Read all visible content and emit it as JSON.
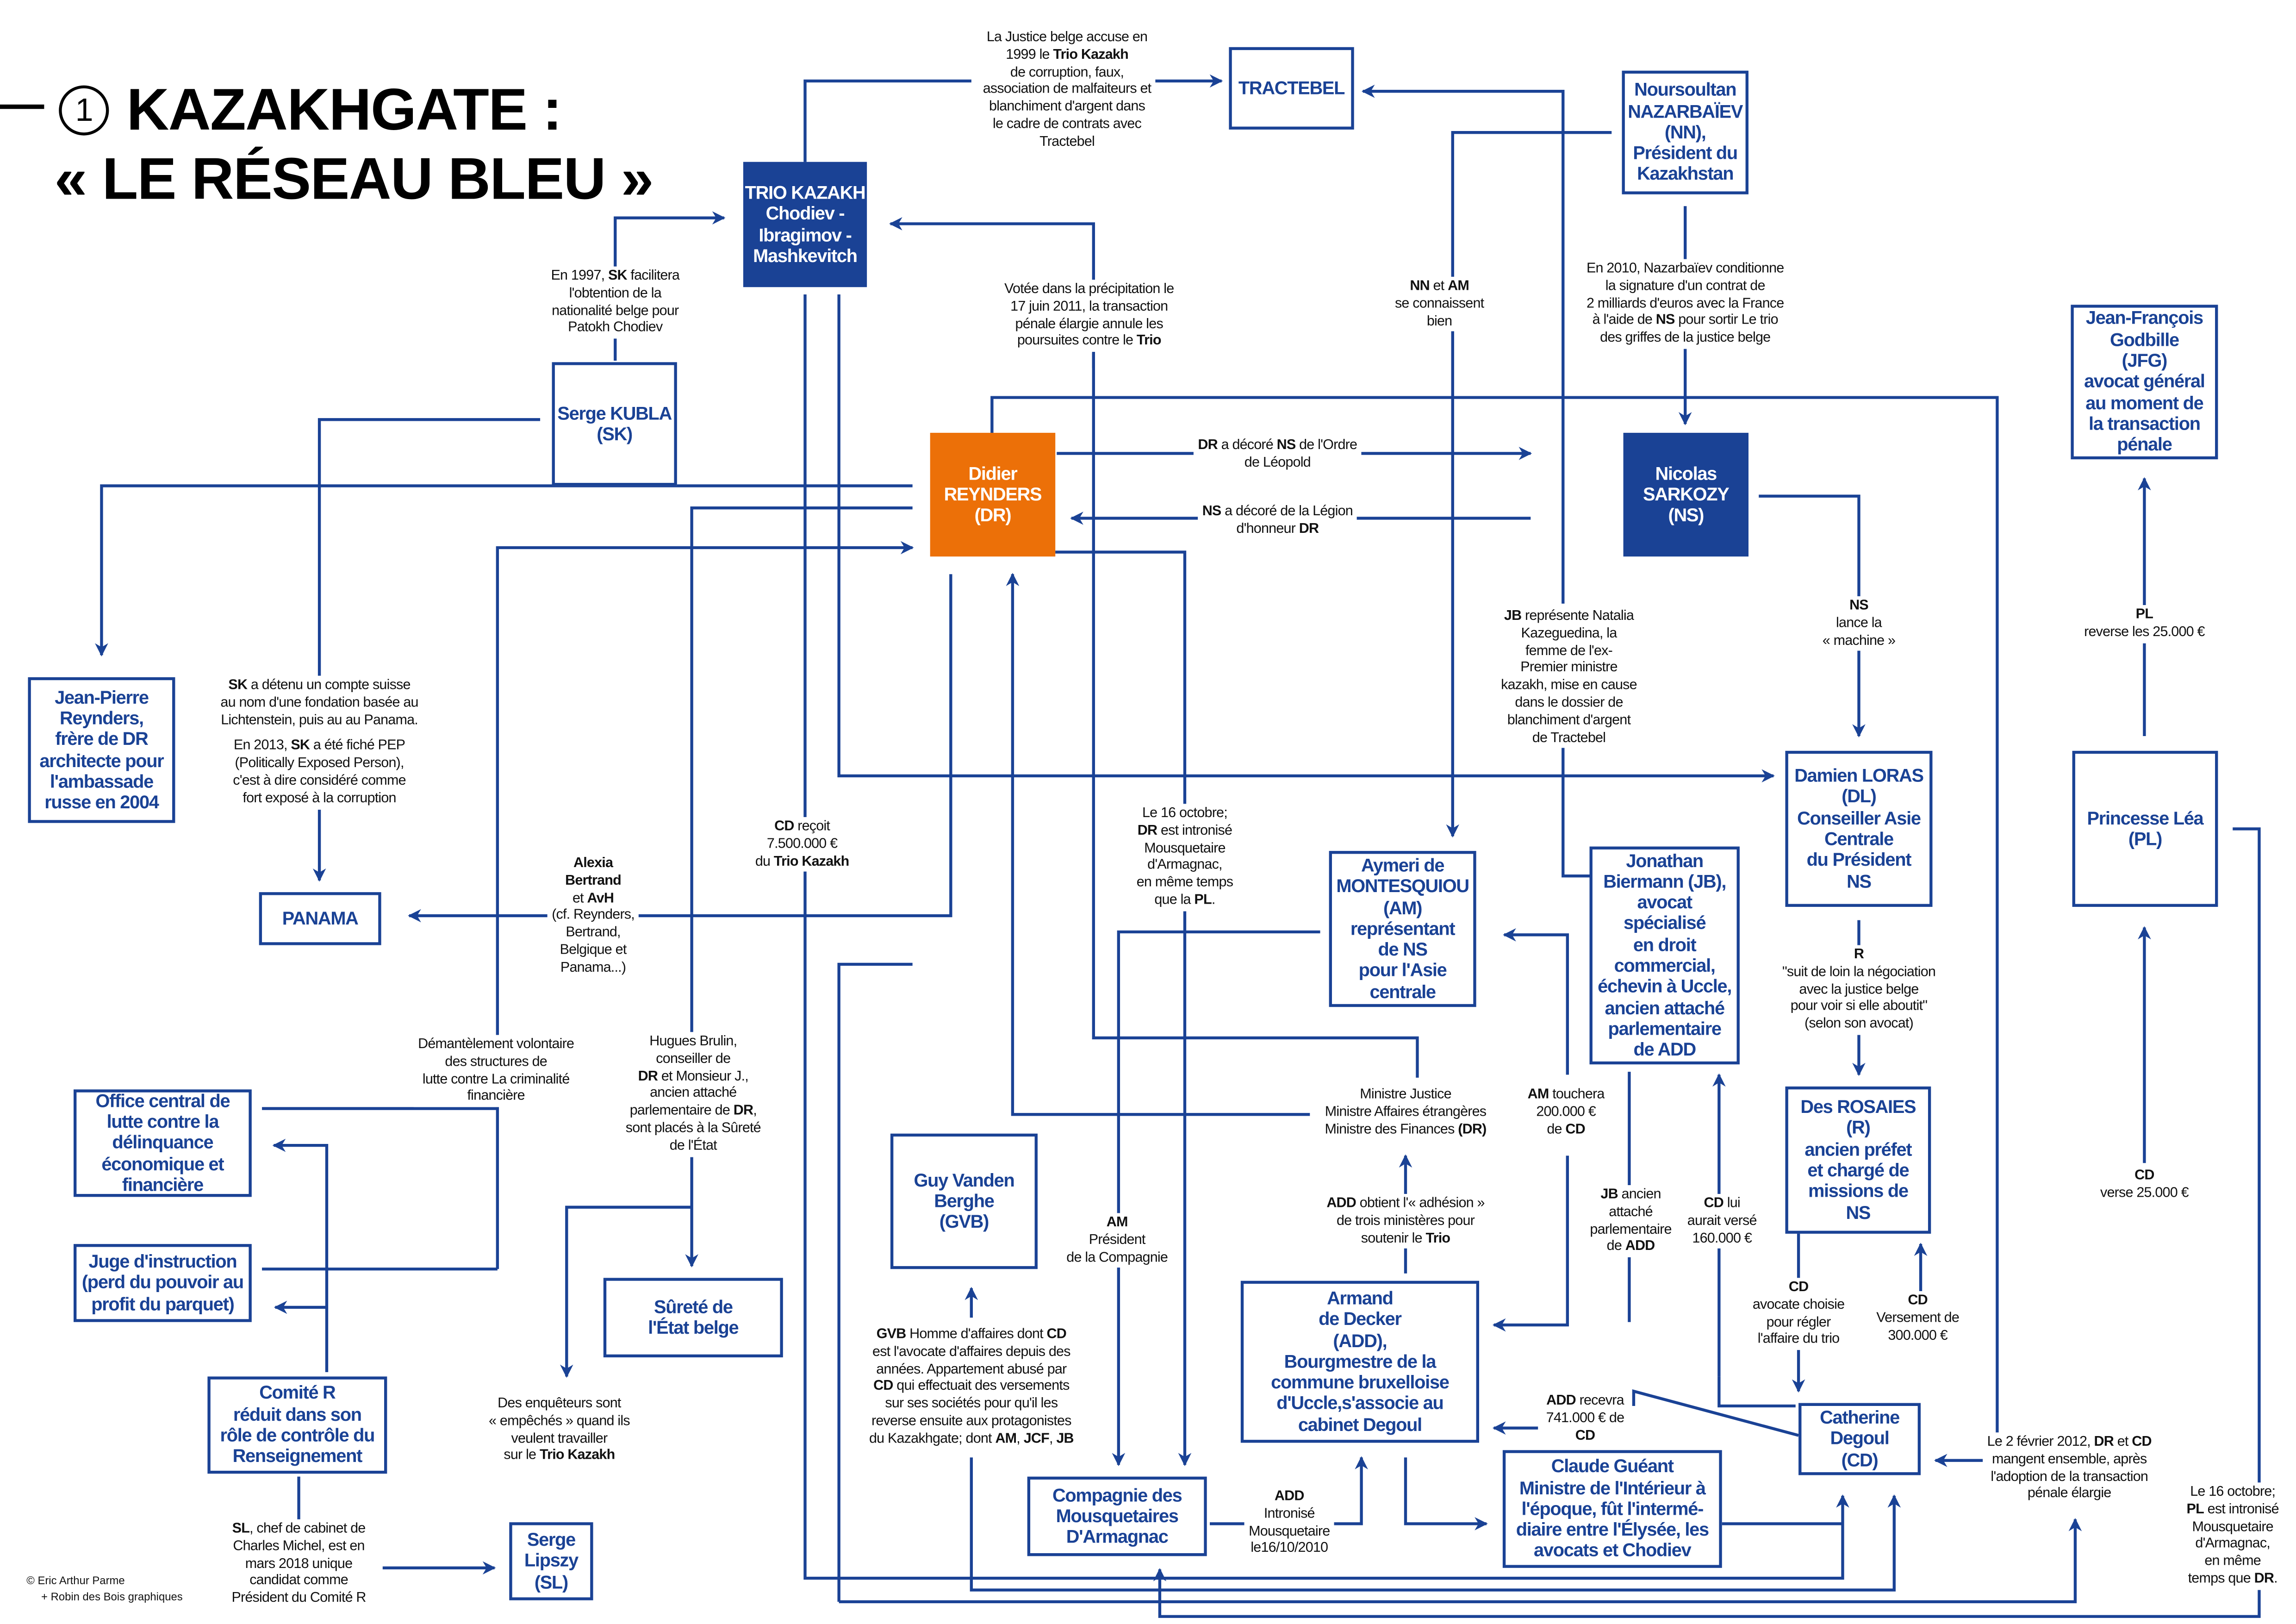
{
  "title": {
    "number": "1",
    "line1": "KAZAKHGATE :",
    "line2": "« LE RÉSEAU BLEU »"
  },
  "colors": {
    "blue": "#1a4295",
    "orange": "#ec7008",
    "text": "#111111"
  },
  "boxes": [
    {
      "id": "trio",
      "style": "filled",
      "lines": [
        "TRIO KAZAKH",
        "Chodiev -",
        "Ibragimov -",
        "Mashkevitch"
      ]
    },
    {
      "id": "tractebel",
      "style": "outline",
      "lines": [
        "TRACTEBEL"
      ]
    },
    {
      "id": "nn",
      "style": "outline",
      "lines": [
        "Noursoultan",
        "NAZARBAÏEV",
        "(NN),",
        "Président du",
        "Kazakhstan"
      ]
    },
    {
      "id": "kubla",
      "style": "outline",
      "lines": [
        "Serge KUBLA",
        "(SK)"
      ]
    },
    {
      "id": "reynders",
      "style": "orange",
      "lines": [
        "Didier",
        "REYNDERS",
        "(DR)"
      ]
    },
    {
      "id": "sarkozy",
      "style": "filled",
      "lines": [
        "Nicolas",
        "SARKOZY",
        "(NS)"
      ]
    },
    {
      "id": "jfg",
      "style": "outline",
      "lines": [
        "Jean-François",
        "Godbille",
        "(JFG)",
        "avocat général",
        "au moment de",
        "la transaction",
        "pénale"
      ]
    },
    {
      "id": "jpr",
      "style": "outline",
      "lines": [
        "Jean-Pierre",
        "Reynders,",
        "frère de DR",
        "architecte pour",
        "l'ambassade",
        "russe en 2004"
      ]
    },
    {
      "id": "panama",
      "style": "outline",
      "lines": [
        "PANAMA"
      ]
    },
    {
      "id": "loras",
      "style": "outline",
      "lines": [
        "Damien LORAS",
        "(DL)",
        "Conseiller Asie",
        "Centrale",
        "du Président",
        "NS"
      ]
    },
    {
      "id": "lea",
      "style": "outline",
      "lines": [
        "Princesse Léa",
        "(PL)"
      ]
    },
    {
      "id": "aymeri",
      "style": "outline",
      "lines": [
        "Aymeri de",
        "MONTESQUIOU",
        "(AM)",
        "représentant",
        "de NS",
        "pour l'Asie",
        "centrale"
      ]
    },
    {
      "id": "biermann",
      "style": "outline",
      "lines": [
        "Jonathan",
        "Biermann (JB),",
        "avocat",
        "spécialisé",
        "en droit",
        "commercial,",
        "échevin à Uccle,",
        "ancien attaché",
        "parlementaire",
        "de ADD"
      ]
    },
    {
      "id": "office",
      "style": "outline",
      "lines": [
        "Office central de",
        "lutte contre la",
        "délinquance",
        "économique et",
        "financière"
      ]
    },
    {
      "id": "rosaies",
      "style": "outline",
      "lines": [
        "Des ROSAIES",
        "(R)",
        "ancien préfet",
        "et chargé de",
        "missions de",
        "NS"
      ]
    },
    {
      "id": "gvb",
      "style": "outline",
      "lines": [
        "Guy Vanden",
        "Berghe",
        "(GVB)"
      ]
    },
    {
      "id": "juge",
      "style": "outline",
      "lines": [
        "Juge d'instruction",
        "(perd du pouvoir au",
        "profit du parquet)"
      ]
    },
    {
      "id": "surete",
      "style": "outline",
      "lines": [
        "Sûreté de",
        "l'État belge"
      ]
    },
    {
      "id": "armand",
      "style": "outline",
      "lines": [
        "Armand",
        "de Decker",
        "(ADD),",
        "Bourgmestre de la",
        "commune bruxelloise",
        "d'Uccle,s'associe au",
        "cabinet Degoul"
      ]
    },
    {
      "id": "comite",
      "style": "outline",
      "lines": [
        "Comité R",
        "réduit dans son",
        "rôle de contrôle du",
        "Renseignement"
      ]
    },
    {
      "id": "catherine",
      "style": "outline",
      "lines": [
        "Catherine",
        "Degoul",
        "(CD)"
      ]
    },
    {
      "id": "gueant",
      "style": "outline",
      "lines": [
        "Claude Guéant",
        "Ministre de l'Intérieur à",
        "l'époque, fût l'intermé-",
        "diaire entre l'Élysée, les",
        "avocats et Chodiev"
      ]
    },
    {
      "id": "compagnie",
      "style": "outline",
      "lines": [
        "Compagnie des",
        "Mousquetaires",
        "D'Armagnac"
      ]
    },
    {
      "id": "lipszy",
      "style": "outline",
      "lines": [
        "Serge",
        "Lipszy",
        "(SL)"
      ]
    }
  ],
  "notes": [
    {
      "id": "justice",
      "lines": [
        [
          "La Justice belge accuse en"
        ],
        [
          "1999 le ",
          "Trio Kazakh"
        ],
        [
          "de corruption, faux,"
        ],
        [
          "association de malfaiteurs et"
        ],
        [
          "blanchiment d'argent dans"
        ],
        [
          "le cadre de contrats avec"
        ],
        [
          "Tractebel"
        ]
      ]
    },
    {
      "id": "kubla1997",
      "lines": [
        [
          "En 1997, ",
          "SK",
          " facilitera"
        ],
        [
          "l'obtention de la"
        ],
        [
          "nationalité belge pour"
        ],
        [
          "Patokh Chodiev"
        ]
      ]
    },
    {
      "id": "votee",
      "lines": [
        [
          "Votée dans la précipitation le"
        ],
        [
          "17 juin 2011, la transaction"
        ],
        [
          "pénale élargie annule les"
        ],
        [
          "poursuites contre le ",
          "Trio"
        ]
      ]
    },
    {
      "id": "nnam",
      "lines": [
        [
          "",
          "NN",
          " et ",
          "AM"
        ],
        [
          "se connaissent"
        ],
        [
          "bien"
        ]
      ]
    },
    {
      "id": "n2010",
      "lines": [
        [
          "En 2010, Nazarbaïev conditionne"
        ],
        [
          "la signature d'un contrat de"
        ],
        [
          "2 milliards d'euros avec la France"
        ],
        [
          "à l'aide de ",
          "NS",
          " pour sortir Le trio"
        ],
        [
          "des griffes de la justice belge"
        ]
      ]
    },
    {
      "id": "leopold",
      "lines": [
        [
          "",
          "DR",
          " a décoré ",
          "NS",
          " de l'Ordre"
        ],
        [
          "de Léopold"
        ]
      ]
    },
    {
      "id": "legion",
      "lines": [
        [
          "",
          "NS",
          " a décoré de la Légion"
        ],
        [
          "d'honneur ",
          "DR"
        ]
      ]
    },
    {
      "id": "machine",
      "lines": [
        [
          "",
          "NS"
        ],
        [
          "lance la"
        ],
        [
          "« machine »"
        ]
      ]
    },
    {
      "id": "plreverse",
      "lines": [
        [
          "",
          "PL"
        ],
        [
          "reverse les 25.000 €"
        ]
      ]
    },
    {
      "id": "jbnatalia",
      "lines": [
        [
          "",
          "JB",
          " représente Natalia"
        ],
        [
          "Kazeguedina, la"
        ],
        [
          "femme de l'ex-"
        ],
        [
          "Premier ministre"
        ],
        [
          "kazakh, mise en cause"
        ],
        [
          "dans le dossier de"
        ],
        [
          "blanchiment d'argent"
        ],
        [
          "de Tractebel"
        ]
      ]
    },
    {
      "id": "skcompte",
      "lines": [
        [
          "",
          "SK",
          " a détenu un compte suisse"
        ],
        [
          "au nom d'une fondation basée au"
        ],
        [
          "Lichtenstein, puis au au Panama."
        ],
        [
          ""
        ],
        [
          "En 2013, ",
          "SK",
          " a été fiché PEP"
        ],
        [
          "(Politically Exposed Person),"
        ],
        [
          "c'est à dire considéré comme"
        ],
        [
          "fort exposé à la corruption"
        ]
      ]
    },
    {
      "id": "cdrecoit",
      "lines": [
        [
          "",
          "CD",
          " reçoit"
        ],
        [
          "7.500.000 €"
        ],
        [
          "du ",
          "Trio Kazakh"
        ]
      ]
    },
    {
      "id": "alexia",
      "lines": [
        [
          "",
          "Alexia"
        ],
        [
          "",
          "Bertrand"
        ],
        [
          "et ",
          "AvH"
        ],
        [
          "(cf. Reynders,"
        ],
        [
          "Bertrand,"
        ],
        [
          "Belgique et"
        ],
        [
          "Panama...)"
        ]
      ]
    },
    {
      "id": "oct16dr",
      "lines": [
        [
          "Le 16 octobre;"
        ],
        [
          "",
          "DR",
          " est intronisé"
        ],
        [
          "Mousquetaire"
        ],
        [
          "d'Armagnac,"
        ],
        [
          "en même temps"
        ],
        [
          "que la ",
          "PL",
          "."
        ]
      ]
    },
    {
      "id": "rsuit",
      "lines": [
        [
          "",
          "R"
        ],
        [
          "\"suit de loin la négociation"
        ],
        [
          "avec la justice belge"
        ],
        [
          "pour voir si elle aboutit\""
        ],
        [
          "(selon son avocat)"
        ]
      ]
    },
    {
      "id": "demant",
      "lines": [
        [
          "Démantèlement volontaire"
        ],
        [
          "des structures de"
        ],
        [
          "lutte contre La criminalité"
        ],
        [
          "financière"
        ]
      ]
    },
    {
      "id": "hugues",
      "lines": [
        [
          "Hugues Brulin,"
        ],
        [
          "conseiller de"
        ],
        [
          "",
          "DR",
          " et Monsieur J.,"
        ],
        [
          "ancien attaché"
        ],
        [
          "parlementaire de ",
          "DR",
          ","
        ],
        [
          "sont placés à la Sûreté"
        ],
        [
          "de l'État"
        ]
      ]
    },
    {
      "id": "ministre",
      "lines": [
        [
          "Ministre Justice"
        ],
        [
          "Ministre Affaires étrangères"
        ],
        [
          "Ministre des Finances ",
          "(DR)"
        ]
      ]
    },
    {
      "id": "amtouchera",
      "lines": [
        [
          "",
          "AM",
          " touchera"
        ],
        [
          "200.000 €"
        ],
        [
          "de ",
          "CD"
        ]
      ]
    },
    {
      "id": "ampresident",
      "lines": [
        [
          "",
          "AM"
        ],
        [
          "Président"
        ],
        [
          "de la Compagnie"
        ]
      ]
    },
    {
      "id": "addadhesion",
      "lines": [
        [
          "",
          "ADD",
          " obtient l'« adhésion »"
        ],
        [
          "de trois ministères pour"
        ],
        [
          "soutenir le ",
          "Trio"
        ]
      ]
    },
    {
      "id": "jbancien",
      "lines": [
        [
          "",
          "JB",
          " ancien"
        ],
        [
          "attaché"
        ],
        [
          "parlementaire"
        ],
        [
          "de ",
          "ADD"
        ]
      ]
    },
    {
      "id": "cdlui",
      "lines": [
        [
          "",
          "CD",
          " lui"
        ],
        [
          "aurait versé"
        ],
        [
          "160.000 €"
        ]
      ]
    },
    {
      "id": "cdverse",
      "lines": [
        [
          "",
          "CD"
        ],
        [
          "verse 25.000 €"
        ]
      ]
    },
    {
      "id": "cdavocate",
      "lines": [
        [
          "",
          "CD"
        ],
        [
          "avocate choisie"
        ],
        [
          "pour régler"
        ],
        [
          "l'affaire du trio"
        ]
      ]
    },
    {
      "id": "cdversement",
      "lines": [
        [
          "",
          "CD"
        ],
        [
          "Versement de"
        ],
        [
          "300.000 €"
        ]
      ]
    },
    {
      "id": "gvbnote",
      "lines": [
        [
          "",
          "GVB",
          " Homme d'affaires dont ",
          "CD"
        ],
        [
          "est l'avocate d'affaires depuis des"
        ],
        [
          "années. Appartement abusé par"
        ],
        [
          "",
          "CD",
          " qui effectuait des versements"
        ],
        [
          "sur ses sociétés pour qu'il les"
        ],
        [
          "reverse ensuite aux protagonistes"
        ],
        [
          "du Kazakhgate; dont ",
          "AM",
          ", ",
          "JCF",
          ", ",
          "JB"
        ]
      ]
    },
    {
      "id": "enqueteurs",
      "lines": [
        [
          "Des enquêteurs sont"
        ],
        [
          "« empêchés » quand ils"
        ],
        [
          "veulent travailler"
        ],
        [
          "sur le ",
          "Trio Kazakh"
        ]
      ]
    },
    {
      "id": "addrecevra",
      "lines": [
        [
          "",
          "ADD",
          " recevra"
        ],
        [
          "741.000 € de"
        ],
        [
          "",
          "CD"
        ]
      ]
    },
    {
      "id": "fevrier",
      "lines": [
        [
          "Le 2 février 2012, ",
          "DR",
          " et ",
          "CD"
        ],
        [
          "mangent ensemble, après"
        ],
        [
          "l'adoption de la transaction"
        ],
        [
          "pénale élargie"
        ]
      ]
    },
    {
      "id": "addintronise",
      "lines": [
        [
          "",
          "ADD"
        ],
        [
          "Intronisé"
        ],
        [
          "Mousquetaire"
        ],
        [
          "le16/10/2010"
        ]
      ]
    },
    {
      "id": "slchef",
      "lines": [
        [
          "",
          "SL",
          ", chef de cabinet de"
        ],
        [
          "Charles Michel, est en"
        ],
        [
          "mars 2018 unique"
        ],
        [
          "candidat comme"
        ],
        [
          "Président du Comité R"
        ]
      ]
    },
    {
      "id": "oct16pl",
      "lines": [
        [
          "Le 16 octobre;"
        ],
        [
          "",
          "PL",
          " est intronisé"
        ],
        [
          "Mousquetaire"
        ],
        [
          "d'Armagnac,"
        ],
        [
          "en même"
        ],
        [
          "temps que ",
          "DR",
          "."
        ]
      ]
    }
  ],
  "credits": {
    "line1": "© Eric Arthur Parme",
    "line2": "+ Robin des Bois graphiques"
  }
}
